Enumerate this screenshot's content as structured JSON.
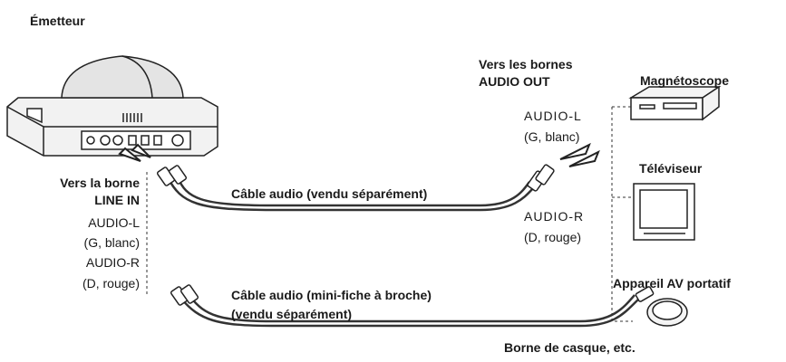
{
  "labels": {
    "emitter": "Émetteur",
    "vers_bornes_line1": "Vers   les   bornes",
    "vers_bornes_line2": "AUDIO OUT",
    "vcr": "Magnétoscope",
    "tv": "Téléviseur",
    "portable_av": "Appareil AV portatif",
    "headphone_jack": "Borne de casque, etc.",
    "vers_la_borne": "Vers la borne",
    "line_in": "LINE IN",
    "left_audio_l": "AUDIO-L",
    "left_g_blanc": "(G, blanc)",
    "left_audio_r": "AUDIO-R",
    "left_d_rouge": "(D, rouge)",
    "right_audio_l": "AUDIO-L",
    "right_g_blanc": "(G, blanc)",
    "right_audio_r": "AUDIO-R",
    "right_d_rouge": "(D, rouge)",
    "cable_audio_top": "Câble audio (vendu séparément)",
    "cable_audio_bottom_line1": "Câble audio (mini-fiche à broche)",
    "cable_audio_bottom_line2": "(vendu séparément)"
  }
}
